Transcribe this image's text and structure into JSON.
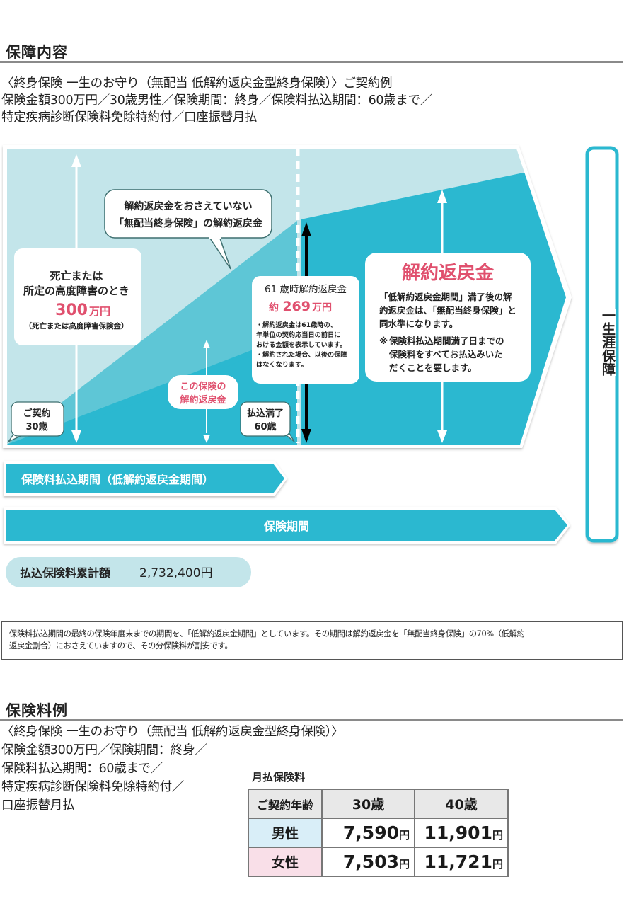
{
  "coverage_section": {
    "title": "保障内容",
    "intro_lines": [
      "〈終身保険 一生のお守り（無配当 低解約返戻金型終身保険）〉ご契約例",
      "保険金額300万円／30歳男性／保険期間：終身／保険料払込期間：60歳まで／",
      "特定疾病診断保険料免除特約付／口座振替月払"
    ]
  },
  "diagram": {
    "colors": {
      "light": "#c3e5ea",
      "mid": "#5ec6d6",
      "dark": "#29b7cf",
      "accent_red": "#e0506e",
      "outline": "#3d6f6f"
    },
    "balloon_standard": {
      "line1": "解約返戻金をおさえていない",
      "line2": "「無配当終身保険」の解約返戻金"
    },
    "death_box": {
      "line1": "死亡または",
      "line2": "所定の高度障害のとき",
      "amount": "300",
      "amount_unit": "万円",
      "note": "（死亡または高度障害保険金）"
    },
    "start_tag": {
      "line1": "ご契約",
      "line2": "30歳"
    },
    "this_policy_tag": {
      "line1": "この保険の",
      "line2": "解約返戻金"
    },
    "paid_up_tag": {
      "line1": "払込満了",
      "line2": "60歳"
    },
    "age61_box": {
      "title": "61 歳時解約返戻金",
      "amount_prefix": "約",
      "amount": "269",
      "amount_unit": "万円",
      "notes": [
        "・解約返戻金は61歳時の、",
        "年単位の契約応当日の前日に",
        "おける金額を表示しています。",
        "・解約された場合、以後の保障",
        "はなくなります。"
      ]
    },
    "surrender_box": {
      "title": "解約返戻金",
      "lines": [
        "「低解約返戻金期間」満了後の解",
        "約返戻金は、「無配当終身保険」と",
        "同水準になります。"
      ],
      "footnote_mark": "※",
      "footnote_lines": [
        "保険料払込期間満了日までの",
        "保険料をすべてお払込みいた",
        "だくことを要します。"
      ]
    },
    "lifetime_label": "一生涯保障",
    "premium_period_bar": "保険料払込期間（低解約返戻金期間）",
    "coverage_period_bar": "保険期間",
    "total_paid": {
      "label": "払込保険料累計額",
      "value": "2,732,400円"
    }
  },
  "footnote": {
    "line1": "保険料払込期間の最終の保険年度末までの期間を、「低解約返戻金期間」としています。その期間は解約返戻金を「無配当終身保険」の70%（低解約",
    "line2": "返戻金割合）におさえていますので、その分保険料が割安です。"
  },
  "premium_section": {
    "title": "保険料例",
    "intro_lines": [
      "〈終身保険 一生のお守り（無配当 低解約返戻金型終身保険）〉",
      "保険金額300万円／保険期間：終身／",
      "保険料払込期間：60歳まで／",
      "特定疾病診断保険料免除特約付／",
      "口座振替月払"
    ],
    "table": {
      "caption": "月払保険料",
      "header": [
        "ご契約年齢",
        "30歳",
        "40歳"
      ],
      "rows": [
        {
          "label": "男性",
          "values": [
            "7,590",
            "11,901"
          ],
          "unit": "円"
        },
        {
          "label": "女性",
          "values": [
            "7,503",
            "11,721"
          ],
          "unit": "円"
        }
      ]
    }
  }
}
